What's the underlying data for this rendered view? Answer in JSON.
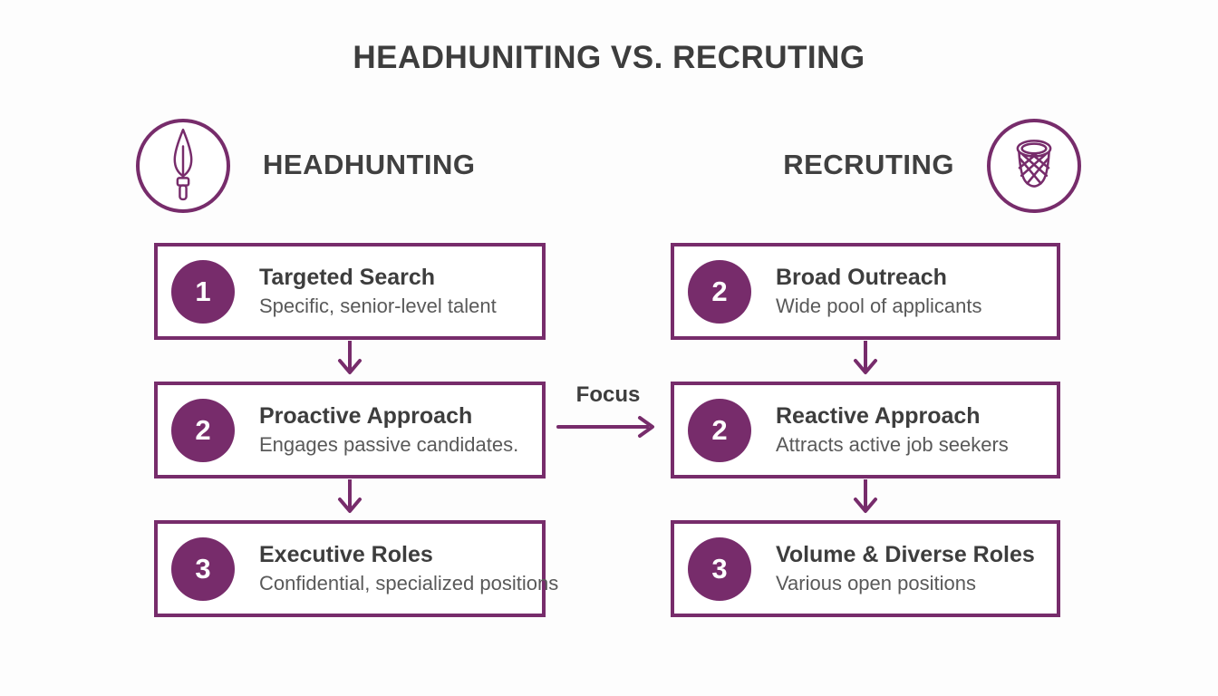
{
  "title": "HEADHUNITING VS. RECRUTING",
  "colors": {
    "accent": "#772c6b",
    "title": "#3d3d3d",
    "subtitle": "#595959",
    "bg": "#fdfdfd"
  },
  "columns": [
    {
      "id": "headhunting",
      "label": "HEADHUNTING",
      "icon": "spear-icon",
      "items": [
        {
          "number": "1",
          "title": "Targeted Search",
          "subtitle": "Specific, senior-level talent"
        },
        {
          "number": "2",
          "title": "Proactive Approach",
          "subtitle": "Engages passive candidates."
        },
        {
          "number": "3",
          "title": "Executive Roles",
          "subtitle": "Confidential, specialized positions"
        }
      ]
    },
    {
      "id": "recruiting",
      "label": "RECRUTING",
      "icon": "net-icon",
      "items": [
        {
          "number": "2",
          "title": "Broad Outreach",
          "subtitle": "Wide pool of applicants"
        },
        {
          "number": "2",
          "title": "Reactive Approach",
          "subtitle": "Attracts active job seekers"
        },
        {
          "number": "3",
          "title": "Volume & Diverse Roles",
          "subtitle": "Various open positions"
        }
      ]
    }
  ],
  "connector": {
    "label": "Focus"
  }
}
